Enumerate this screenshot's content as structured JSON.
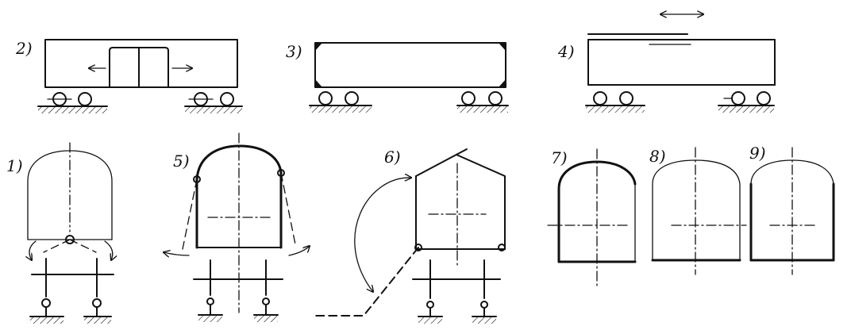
{
  "figures": [
    {
      "id": "fig-1",
      "label": "1)"
    },
    {
      "id": "fig-2",
      "label": "2)"
    },
    {
      "id": "fig-3",
      "label": "3)"
    },
    {
      "id": "fig-4",
      "label": "4)"
    },
    {
      "id": "fig-5",
      "label": "5)"
    },
    {
      "id": "fig-6",
      "label": "6)"
    },
    {
      "id": "fig-7",
      "label": "7)"
    },
    {
      "id": "fig-8",
      "label": "8)"
    },
    {
      "id": "fig-9",
      "label": "9)"
    }
  ],
  "colors": {
    "ink": "#111111",
    "background": "#ffffff"
  }
}
